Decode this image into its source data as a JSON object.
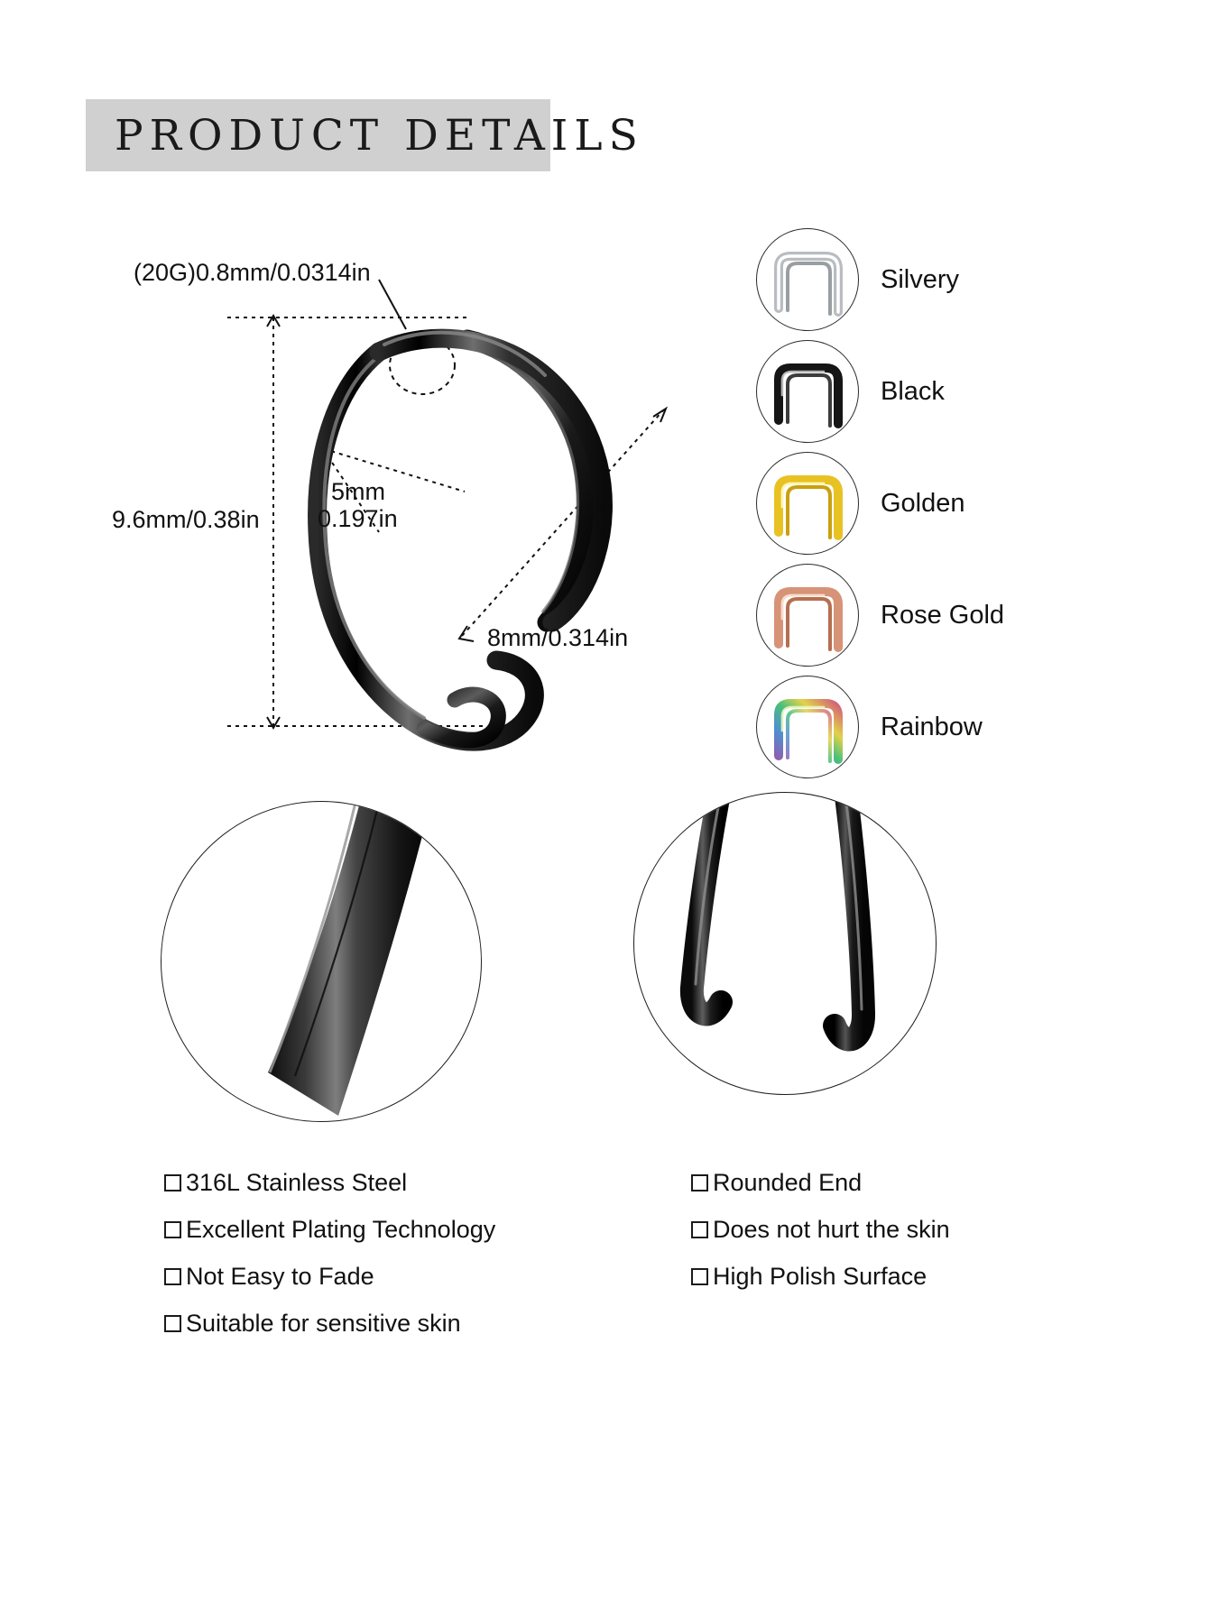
{
  "header": {
    "title": "PRODUCT DETAILS"
  },
  "dimensions": {
    "gauge": "(20G)0.8mm/0.0314in",
    "height": "9.6mm/0.38in",
    "inner_width_mm": "5mm",
    "inner_width_in": "0.197in",
    "width": "8mm/0.314in"
  },
  "colors": [
    {
      "name": "Silvery",
      "hex": "#c9ccd1",
      "highlight": "#ffffff",
      "shadow": "#6f7479"
    },
    {
      "name": "Black",
      "hex": "#1c1c1c",
      "highlight": "#8d8d8d",
      "shadow": "#000000"
    },
    {
      "name": "Golden",
      "hex": "#e8c223",
      "highlight": "#fff6b0",
      "shadow": "#a8820a"
    },
    {
      "name": "Rose Gold",
      "hex": "#d79377",
      "highlight": "#f8dccb",
      "shadow": "#a85f44"
    },
    {
      "name": "Rainbow",
      "hex": "#7aa7d6",
      "highlight": "#c7e8b8",
      "shadow": "#8e5fb0"
    }
  ],
  "details": {
    "left_caption": "surface-detail-zoom",
    "right_caption": "rounded-end-zoom"
  },
  "features_left": [
    "316L Stainless Steel",
    "Excellent Plating Technology",
    "Not Easy to Fade",
    "Suitable for sensitive skin"
  ],
  "features_right": [
    "Rounded End",
    "Does not hurt the skin",
    "High Polish Surface"
  ],
  "theme": {
    "band_bg": "#d0d0d0",
    "text": "#111111",
    "product_black": "#101010"
  }
}
